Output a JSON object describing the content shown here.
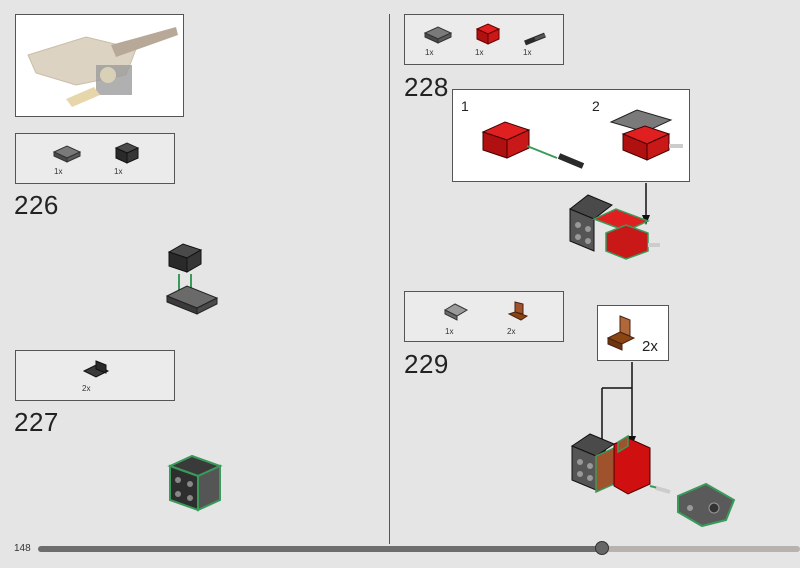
{
  "page": {
    "number": "148",
    "progress": 0.74
  },
  "left": {
    "step226": {
      "number": "226",
      "parts": [
        {
          "qty": "1x",
          "icon": "dark-gray-plate-2x2-icon"
        },
        {
          "qty": "1x",
          "icon": "black-brick-2x2-icon"
        }
      ]
    },
    "step227": {
      "number": "227",
      "parts": [
        {
          "qty": "2x",
          "icon": "black-bracket-icon"
        }
      ]
    }
  },
  "right": {
    "top_parts": [
      {
        "qty": "1x",
        "icon": "dark-gray-plate-2x2-icon"
      },
      {
        "qty": "1x",
        "icon": "red-brick-2x2-icon"
      },
      {
        "qty": "1x",
        "icon": "black-axle-pin-icon"
      }
    ],
    "step228": {
      "number": "228",
      "substeps": [
        "1",
        "2"
      ]
    },
    "step229": {
      "number": "229",
      "parts": [
        {
          "qty": "1x",
          "icon": "gray-wedge-icon"
        },
        {
          "qty": "2x",
          "icon": "brown-bracket-icon"
        }
      ],
      "callout_qty": "2x"
    }
  },
  "colors": {
    "background": "#e5e5e5",
    "red": "#d01010",
    "dark_gray": "#5a5a5a",
    "black": "#2a2a2a",
    "brown": "#a0522d",
    "highlight": "#3a9a5a"
  }
}
